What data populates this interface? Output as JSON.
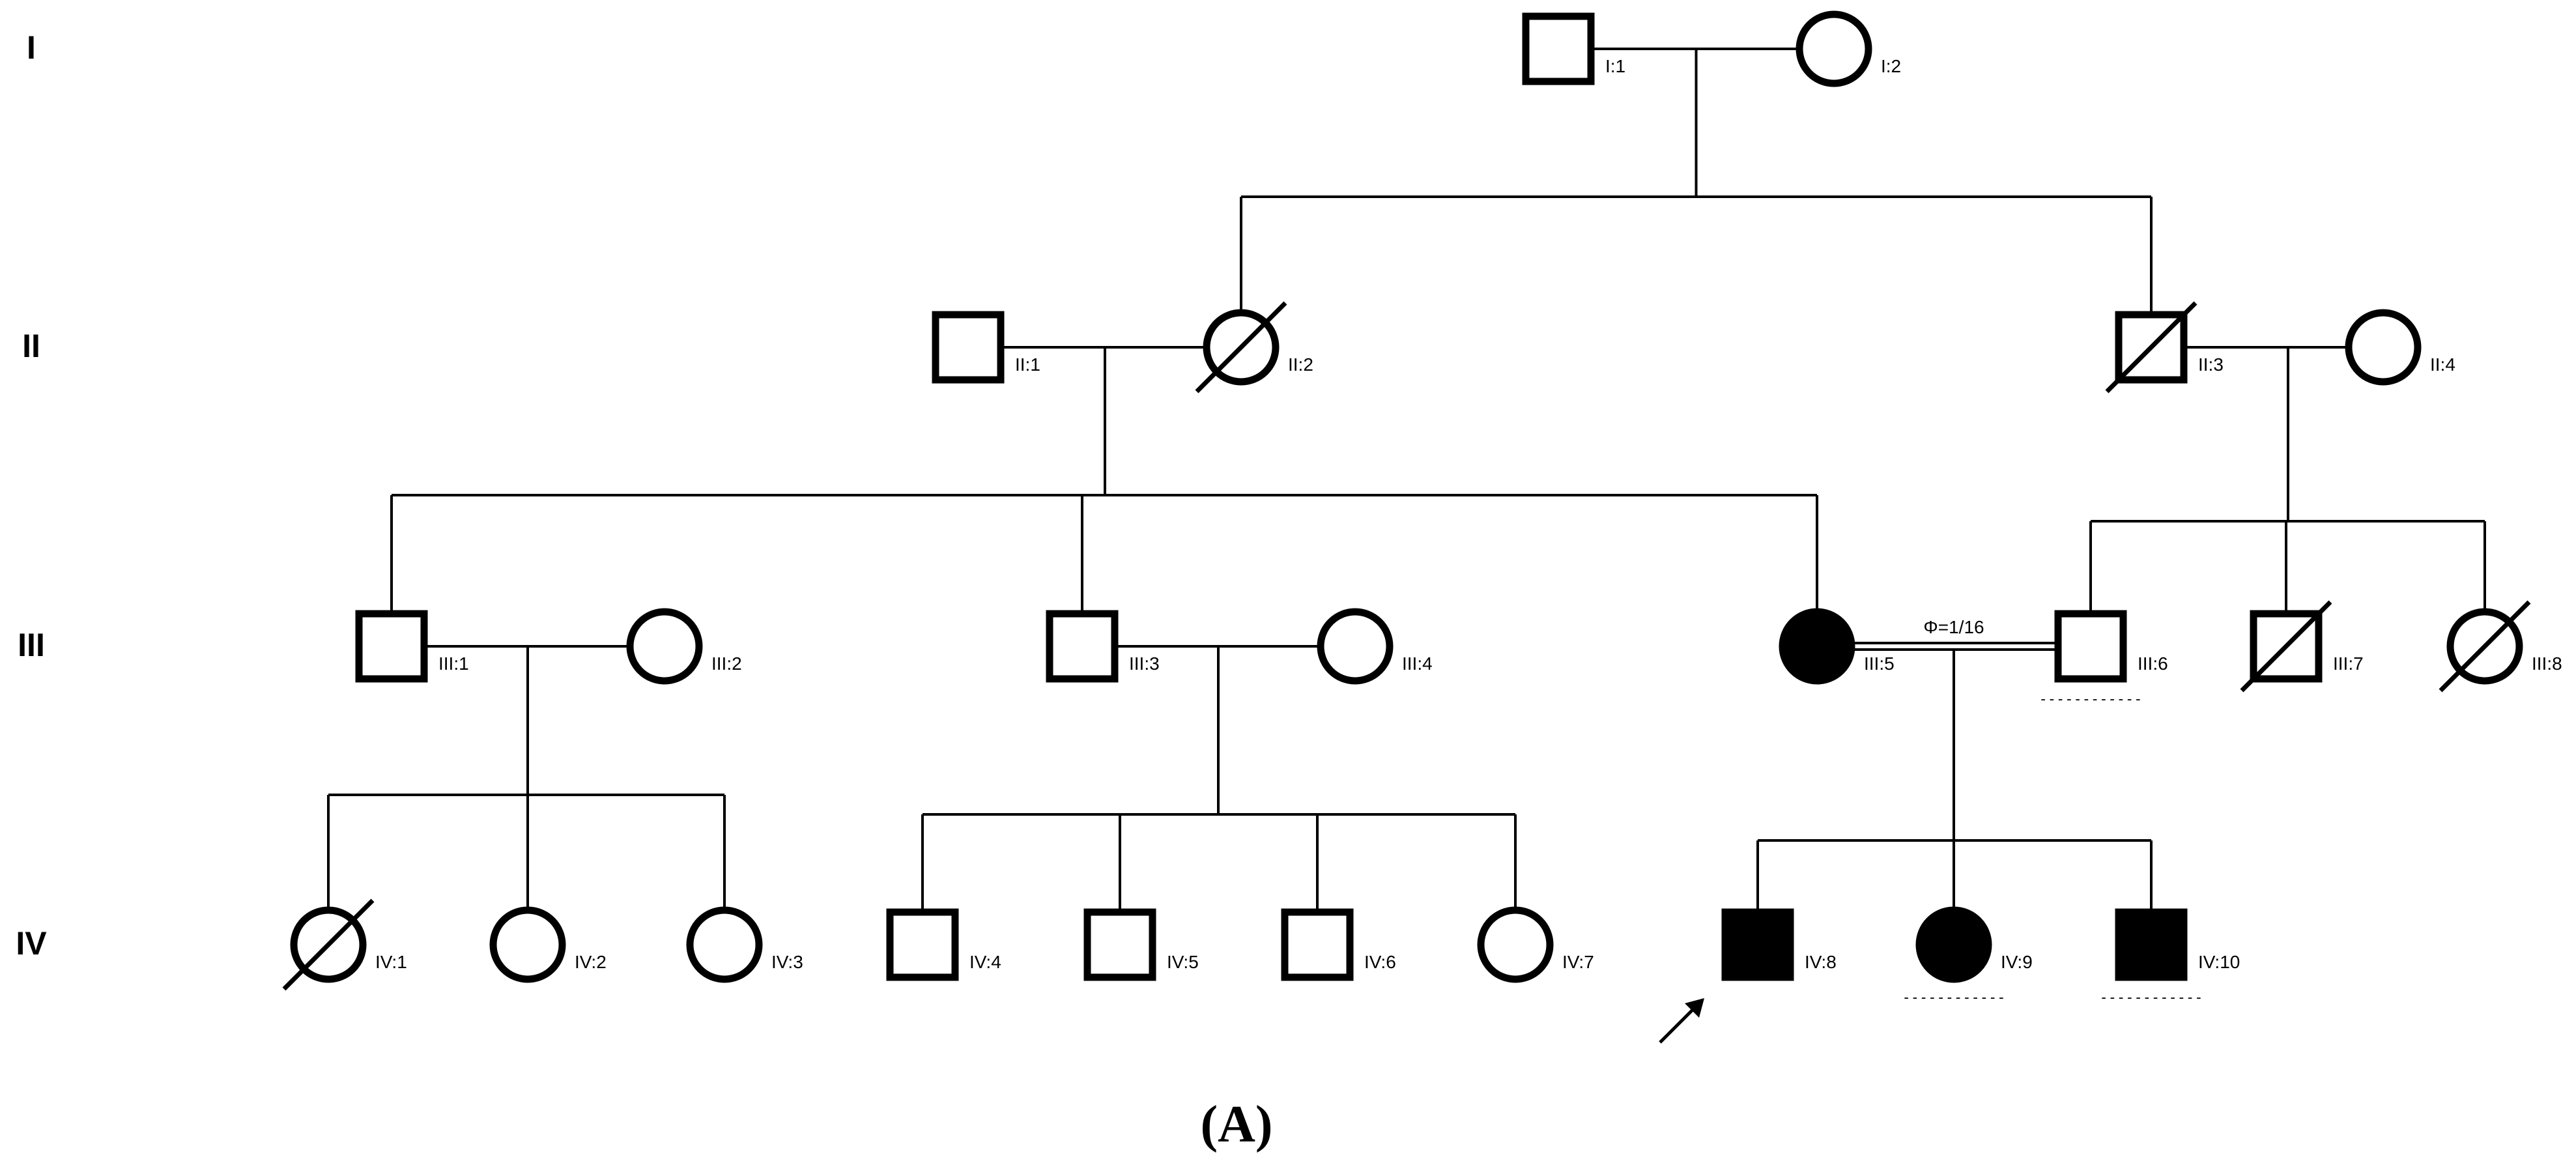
{
  "generations": [
    {
      "roman": "I"
    },
    {
      "roman": "II"
    },
    {
      "roman": "III"
    },
    {
      "roman": "IV"
    }
  ],
  "individuals": [
    {
      "id": "I:1",
      "sex": "male",
      "affected": false,
      "deceased": false,
      "proband": false,
      "dashes": ""
    },
    {
      "id": "I:2",
      "sex": "female",
      "affected": false,
      "deceased": false,
      "proband": false,
      "dashes": ""
    },
    {
      "id": "II:1",
      "sex": "male",
      "affected": false,
      "deceased": false,
      "proband": false,
      "dashes": ""
    },
    {
      "id": "II:2",
      "sex": "female",
      "affected": false,
      "deceased": true,
      "proband": false,
      "dashes": ""
    },
    {
      "id": "II:3",
      "sex": "male",
      "affected": false,
      "deceased": true,
      "proband": false,
      "dashes": ""
    },
    {
      "id": "II:4",
      "sex": "female",
      "affected": false,
      "deceased": false,
      "proband": false,
      "dashes": ""
    },
    {
      "id": "III:1",
      "sex": "male",
      "affected": false,
      "deceased": false,
      "proband": false,
      "dashes": ""
    },
    {
      "id": "III:2",
      "sex": "female",
      "affected": false,
      "deceased": false,
      "proband": false,
      "dashes": ""
    },
    {
      "id": "III:3",
      "sex": "male",
      "affected": false,
      "deceased": false,
      "proband": false,
      "dashes": ""
    },
    {
      "id": "III:4",
      "sex": "female",
      "affected": false,
      "deceased": false,
      "proband": false,
      "dashes": ""
    },
    {
      "id": "III:5",
      "sex": "female",
      "affected": true,
      "deceased": false,
      "proband": false,
      "dashes": ""
    },
    {
      "id": "III:6",
      "sex": "male",
      "affected": false,
      "deceased": false,
      "proband": false,
      "dashes": "------------"
    },
    {
      "id": "III:7",
      "sex": "male",
      "affected": false,
      "deceased": true,
      "proband": false,
      "dashes": ""
    },
    {
      "id": "III:8",
      "sex": "female",
      "affected": false,
      "deceased": true,
      "proband": false,
      "dashes": ""
    },
    {
      "id": "IV:1",
      "sex": "female",
      "affected": false,
      "deceased": true,
      "proband": false,
      "dashes": ""
    },
    {
      "id": "IV:2",
      "sex": "female",
      "affected": false,
      "deceased": false,
      "proband": false,
      "dashes": ""
    },
    {
      "id": "IV:3",
      "sex": "female",
      "affected": false,
      "deceased": false,
      "proband": false,
      "dashes": ""
    },
    {
      "id": "IV:4",
      "sex": "male",
      "affected": false,
      "deceased": false,
      "proband": false,
      "dashes": ""
    },
    {
      "id": "IV:5",
      "sex": "male",
      "affected": false,
      "deceased": false,
      "proband": false,
      "dashes": ""
    },
    {
      "id": "IV:6",
      "sex": "male",
      "affected": false,
      "deceased": false,
      "proband": false,
      "dashes": ""
    },
    {
      "id": "IV:7",
      "sex": "female",
      "affected": false,
      "deceased": false,
      "proband": false,
      "dashes": ""
    },
    {
      "id": "IV:8",
      "sex": "male",
      "affected": true,
      "deceased": false,
      "proband": true,
      "dashes": ""
    },
    {
      "id": "IV:9",
      "sex": "female",
      "affected": true,
      "deceased": false,
      "proband": false,
      "dashes": "------------"
    },
    {
      "id": "IV:10",
      "sex": "male",
      "affected": true,
      "deceased": false,
      "proband": false,
      "dashes": "------------"
    }
  ],
  "couples": [
    {
      "partners": [
        "I:1",
        "I:2"
      ],
      "consanguineous": false,
      "children": [
        "II:2",
        "II:3"
      ]
    },
    {
      "partners": [
        "II:1",
        "II:2"
      ],
      "consanguineous": false,
      "children": [
        "III:1",
        "III:3",
        "III:5"
      ]
    },
    {
      "partners": [
        "II:3",
        "II:4"
      ],
      "consanguineous": false,
      "children": [
        "III:6",
        "III:7",
        "III:8"
      ]
    },
    {
      "partners": [
        "III:1",
        "III:2"
      ],
      "consanguineous": false,
      "children": [
        "IV:1",
        "IV:2",
        "IV:3"
      ]
    },
    {
      "partners": [
        "III:3",
        "III:4"
      ],
      "consanguineous": false,
      "children": [
        "IV:4",
        "IV:5",
        "IV:6",
        "IV:7"
      ]
    },
    {
      "partners": [
        "III:5",
        "III:6"
      ],
      "consanguineous": true,
      "children": [
        "IV:8",
        "IV:9",
        "IV:10"
      ]
    }
  ],
  "kinship_label": "Φ=1/16",
  "caption": "(A)"
}
